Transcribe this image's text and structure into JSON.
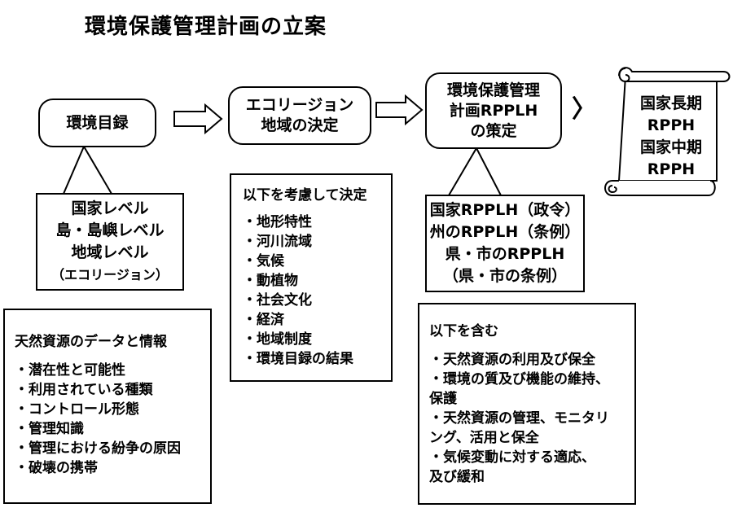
{
  "title": "環境保護管理計画の立案",
  "steps": {
    "inventory": [
      "環境目録"
    ],
    "ecoregion": [
      "エコリージョン",
      "地域の決定"
    ],
    "rpplh": [
      "環境保護管理",
      "計画RPPLH",
      "の策定"
    ]
  },
  "scroll": {
    "lines": [
      "国家長期",
      "RPPH",
      "国家中期",
      "RPPH"
    ]
  },
  "inventory_levels": [
    "国家レベル",
    "島・島嶼レベル",
    "地域レベル",
    "（エコリージョン）"
  ],
  "ecoregion_criteria": {
    "heading": "以下を考慮して決定",
    "items": [
      "・地形特性",
      "・河川流域",
      "・気候",
      "・動植物",
      "・社会文化",
      "・経済",
      "・地域制度",
      "・環境目録の結果"
    ]
  },
  "rpplh_levels": [
    "国家RPPLH（政令）",
    "州のRPPLH（条例）",
    "県・市のRPPLH",
    "（県・市の条例）"
  ],
  "natural_resources": {
    "heading": "天然資源のデータと情報",
    "items": [
      "・潜在性と可能性",
      "・利用されている種類",
      "・コントロール形態",
      "・管理知識",
      "・管理における紛争の原因",
      "・破壊の携帯"
    ]
  },
  "rpplh_contents": {
    "heading": "以下を含む",
    "items": [
      "・天然資源の利用及び保全",
      "・環境の質及び機能の維持、",
      "保護",
      "・天然資源の管理、モニタリ",
      "ング、活用と保全",
      "・気候変動に対する適応、",
      "及び緩和"
    ]
  },
  "arrow_glyph": "〉",
  "colors": {
    "stroke": "#000000",
    "fill": "#ffffff"
  }
}
